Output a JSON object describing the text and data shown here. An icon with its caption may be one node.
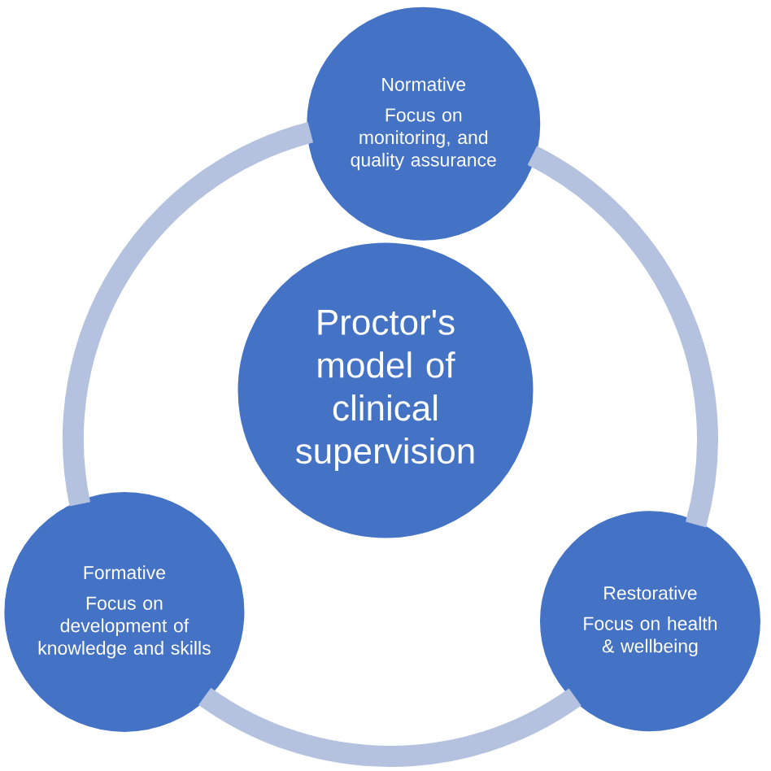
{
  "diagram": {
    "nodes": [
      {
        "text": [
          "Normative",
          "Focus on monitoring, and quality assurance"
        ]
      },
      {
        "text": [
          "Proctor's model of clinical supervision"
        ]
      },
      {
        "text": [
          "Formative",
          "Focus on development of knowledge and skills"
        ]
      },
      {
        "text": [
          "Restorative",
          "Focus on health & wellbeing"
        ]
      }
    ],
    "edges": [
      {
        "from": 0,
        "to": 3,
        "arrow": "none"
      },
      {
        "from": 3,
        "to": 2,
        "arrow": "none"
      },
      {
        "from": 2,
        "to": 0,
        "arrow": "none"
      }
    ]
  }
}
